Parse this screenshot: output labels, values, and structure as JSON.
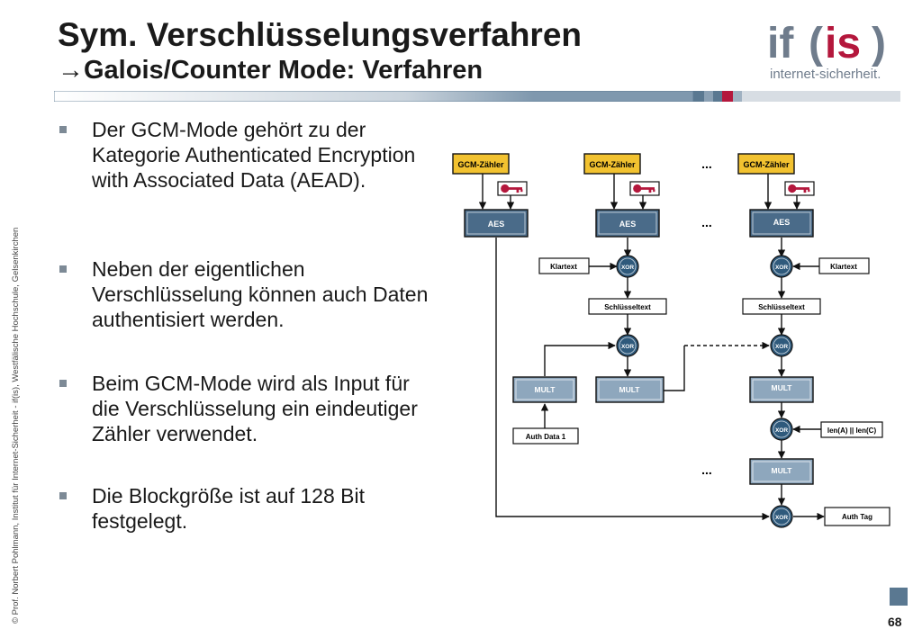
{
  "title": {
    "line1": "Sym. Verschlüsselungsverfahren",
    "arrow": "→",
    "line2": "Galois/Counter Mode: Verfahren"
  },
  "logo": {
    "brand_if": "if",
    "brand_is": "is",
    "tagline": "internet-sicherheit."
  },
  "side_text": "© Prof. Norbert Pohlmann, Institut für Internet-Sicherheit - if(is), Westfälische Hochschule, Gelsenkirchen",
  "bullets": [
    "Der GCM-Mode gehört zu der Kategorie Authenticated Encryption with Associated Data (AEAD).",
    "Neben der eigentlichen Verschlüsselung können auch Daten authentisiert werden.",
    "Beim GCM-Mode wird als Input für die Verschlüsselung ein eindeutiger Zähler verwendet.",
    "Die Blockgröße ist auf 128 Bit festgelegt."
  ],
  "diagram": {
    "counter": "GCM-Zähler",
    "aes": "AES",
    "xor": "XOR",
    "mult": "MULT",
    "plaintext": "Klartext",
    "ciphertext": "Schlüsseltext",
    "auth_data": "Auth Data 1",
    "length": "len(A) || len(C)",
    "auth_tag": "Auth Tag",
    "ellipsis": "..."
  },
  "page_number": "68",
  "colors": {
    "counter_fill": "#f2c230",
    "block_fill": "#4a6b89",
    "mult_fill": "#8ea7bd",
    "xor_fill": "#2f5a7c",
    "logo_gray": "#6f7c8c",
    "logo_red": "#b4173c"
  }
}
